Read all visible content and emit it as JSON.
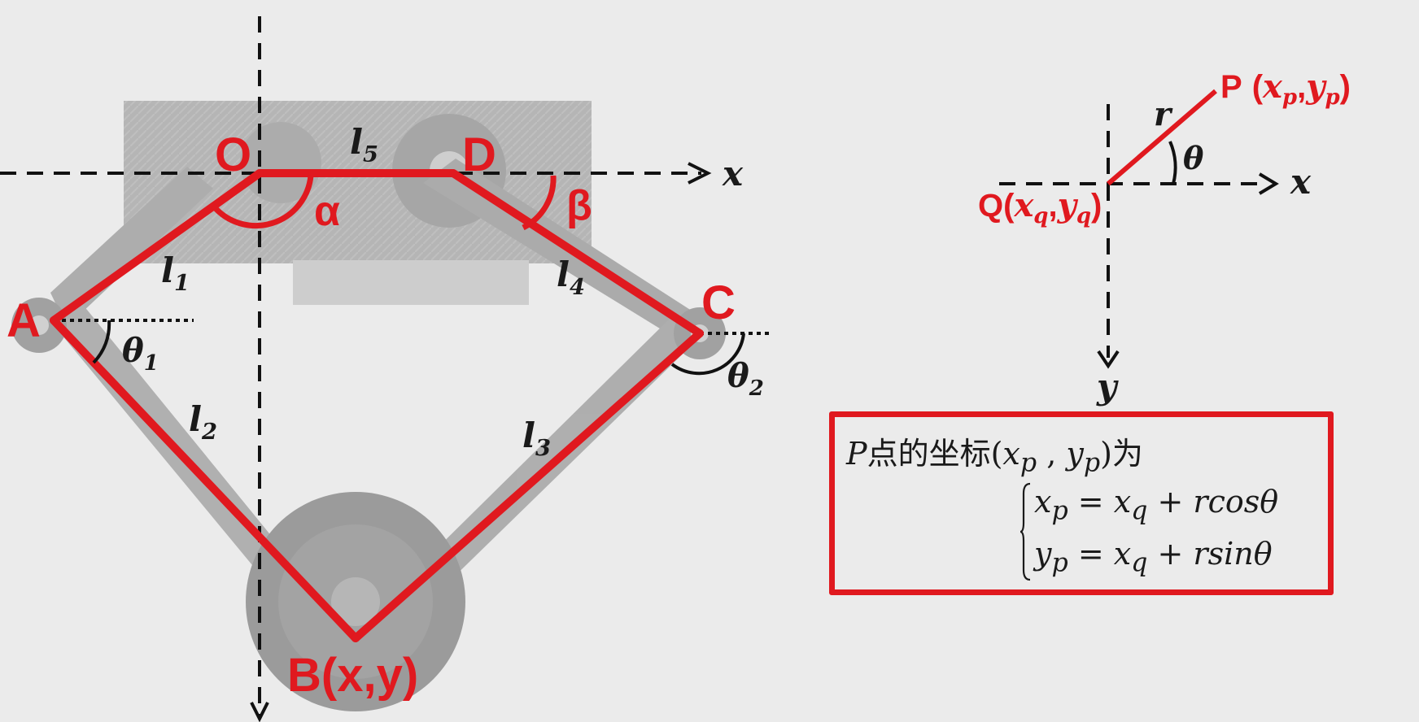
{
  "left_diagram": {
    "points": {
      "O": "O",
      "D": "D",
      "A": "A",
      "C": "C",
      "B": "B(x,y)"
    },
    "links": {
      "l1": "l",
      "l1_sub": "1",
      "l2": "l",
      "l2_sub": "2",
      "l3": "l",
      "l3_sub": "3",
      "l4": "l",
      "l4_sub": "4",
      "l5": "l",
      "l5_sub": "5"
    },
    "angles": {
      "alpha": "α",
      "beta": "β",
      "theta1": "θ",
      "theta1_sub": "1",
      "theta2": "θ",
      "theta2_sub": "2"
    },
    "axis_x": "x"
  },
  "right_diagram": {
    "P_label": "P",
    "P_coord_open": "(",
    "P_xp": "x",
    "P_xp_sub": "p",
    "P_comma": ",",
    "P_yp": "y",
    "P_yp_sub": "p",
    "P_coord_close": ")",
    "Q_label": "Q(",
    "Q_xq": "x",
    "Q_xq_sub": "q",
    "Q_comma": ",",
    "Q_yq": "y",
    "Q_yq_sub": "q",
    "Q_close": ")",
    "r_label": "r",
    "theta_label": "θ",
    "axis_x": "x",
    "axis_y": "y"
  },
  "formula": {
    "title_P": "P",
    "title_text": "点的坐标",
    "title_coord_open": "(",
    "title_xp": "x",
    "title_xp_sub": "p",
    "title_sep": " , ",
    "title_yp": "y",
    "title_yp_sub": "p",
    "title_coord_close": ")为",
    "eq1_lhs": "x",
    "eq1_lhs_sub": "p",
    "eq1_mid": " = x",
    "eq1_mid_sub": "q",
    "eq1_rhs": " + rcosθ",
    "eq2_lhs": "y",
    "eq2_lhs_sub": "p",
    "eq2_mid": " = x",
    "eq2_mid_sub": "q",
    "eq2_rhs": " + rsinθ"
  },
  "colors": {
    "accent_red": "#e0191f",
    "background": "#ebebeb",
    "ink": "#1a1a1a"
  }
}
